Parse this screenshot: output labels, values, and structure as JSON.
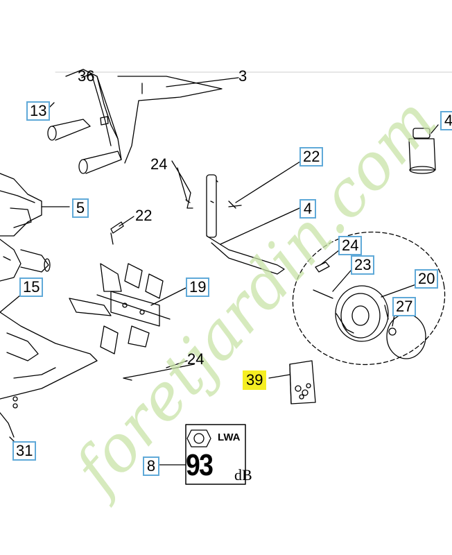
{
  "watermark": "foretjardin.com",
  "decal": {
    "unit_label": "LWA",
    "value": "93",
    "unit": "dB"
  },
  "labels": {
    "p13": "13",
    "p5": "5",
    "p15": "15",
    "p31": "31",
    "p8": "8",
    "p22a": "22",
    "p22b": "22",
    "p4": "4",
    "p24a": "24",
    "p24b": "24",
    "p24c": "24",
    "p23": "23",
    "p20": "20",
    "p27": "27",
    "p19": "19",
    "p39": "39",
    "p4top": "4",
    "p3": "3",
    "p36": "36"
  },
  "colors": {
    "label_border": "#5fa9d8",
    "highlight": "#f5ee22",
    "watermark_green": "#c9e3a8",
    "watermark_orange": "#f2c9a0",
    "watermark_grey": "#d8d8d8"
  }
}
